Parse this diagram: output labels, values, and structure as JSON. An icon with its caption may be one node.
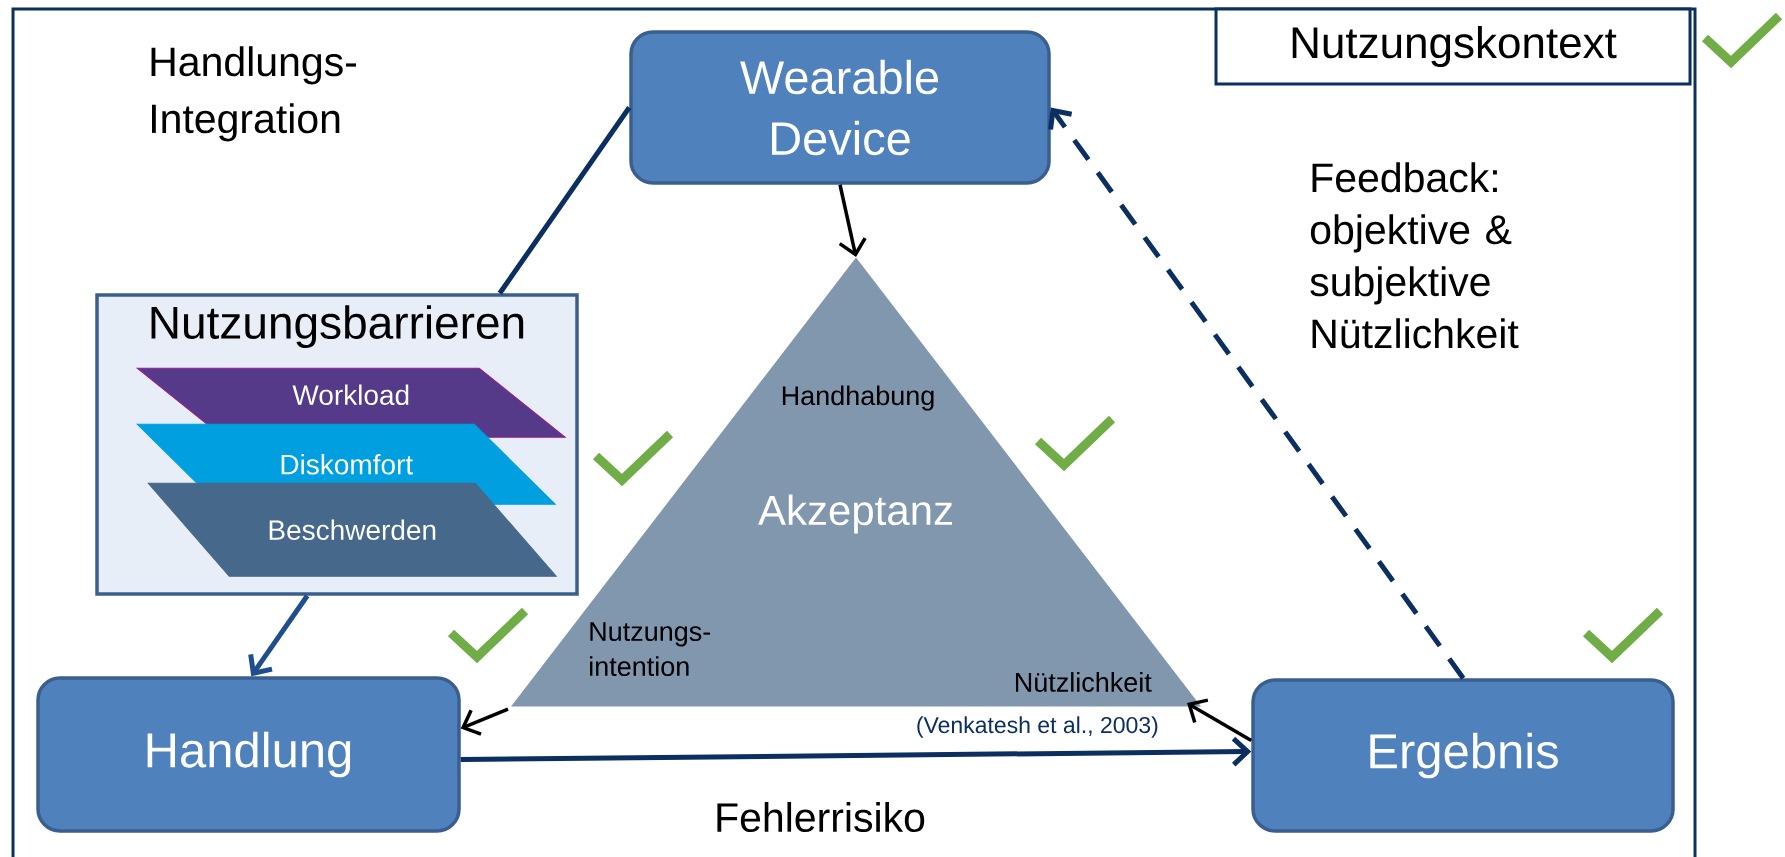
{
  "diagram": {
    "nodes": [
      {
        "text": [
          "Wearable Device"
        ]
      },
      {
        "text": [
          "Nutzungskontext"
        ]
      },
      {
        "text": [
          "Nutzungsbarrieren"
        ]
      },
      {
        "text": [
          "Workload"
        ],
        "in": 2
      },
      {
        "text": [
          "Diskomfort"
        ],
        "in": 2
      },
      {
        "text": [
          "Beschwerden"
        ],
        "in": 2
      },
      {
        "text": [
          "Handhabung",
          "Akzeptanz",
          "Nutzungs- intention",
          "Nützlichkeit"
        ],
        "beside": [
          "(Venkatesh et al., 2003)"
        ]
      },
      {
        "text": [
          "Handlung"
        ]
      },
      {
        "text": [
          "Ergebnis"
        ]
      }
    ],
    "edges": [
      {
        "from": 0,
        "to": 2,
        "arrow": "none"
      },
      {
        "from": 2,
        "to": 7,
        "arrow": "to",
        "color": "#1f4e8c"
      },
      {
        "from": 0,
        "to": 6,
        "arrow": "to",
        "color": "#000000"
      },
      {
        "from": 6,
        "to": 7,
        "arrow": "to",
        "color": "#000000"
      },
      {
        "from": 8,
        "to": 6,
        "arrow": "to",
        "color": "#000000"
      },
      {
        "from": 7,
        "to": 8,
        "arrow": "to"
      },
      {
        "from": 8,
        "to": 0,
        "arrow": "to",
        "style": "dashed"
      }
    ],
    "labels": [
      "Handlungs- Integration",
      "Feedback: objektive & subjektive Nützlichkeit",
      "Fehlerrisiko"
    ]
  }
}
